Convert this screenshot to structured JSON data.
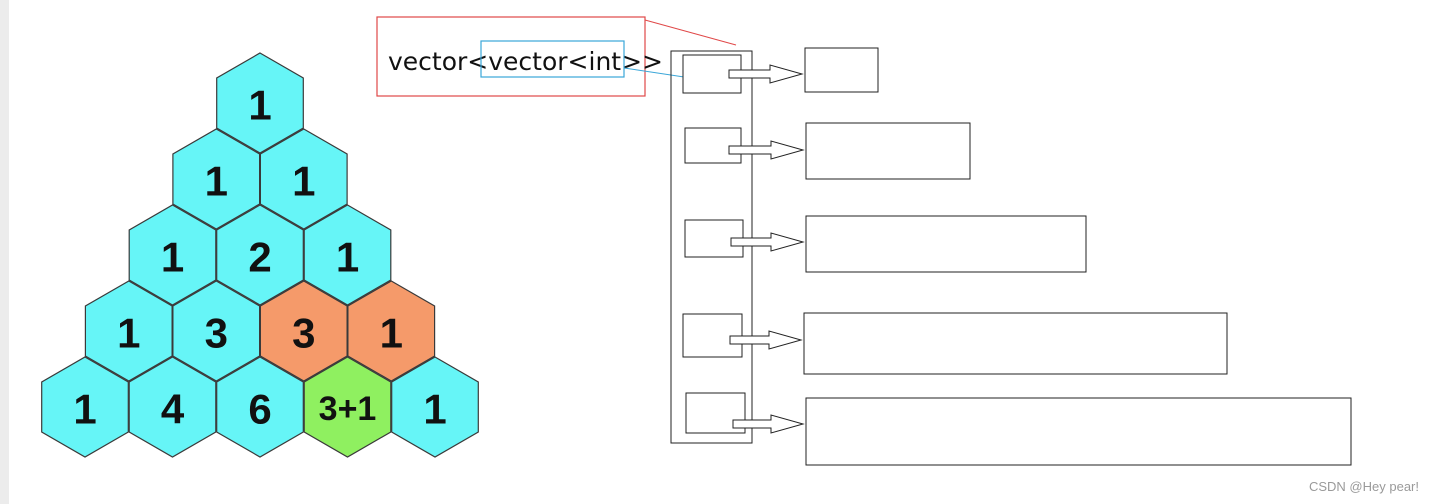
{
  "pascal_triangle": {
    "rows": [
      [
        "1"
      ],
      [
        "1",
        "1"
      ],
      [
        "1",
        "2",
        "1"
      ],
      [
        "1",
        "3",
        "3",
        "1"
      ],
      [
        "1",
        "4",
        "6",
        "3+1",
        "1"
      ]
    ],
    "highlighted_cells": [
      [
        3,
        2
      ],
      [
        3,
        3
      ]
    ],
    "sum_cell": [
      4,
      3
    ],
    "colors": {
      "default": "#66f5f7",
      "highlight": "#f59a6a",
      "sum": "#8ff060",
      "stroke": "#3a3a3a"
    }
  },
  "code_label": {
    "outer_text": "vector<",
    "inner_text": "vector<int>",
    "closing_text": ">",
    "outer_box_color": "#e04848",
    "inner_box_color": "#3aa6d8"
  },
  "vector_diagram": {
    "row_count": 5,
    "inner_vector_lengths": [
      1,
      2,
      3,
      4,
      5
    ],
    "stroke_color": "#222222"
  },
  "watermark": "CSDN @Hey pear!"
}
